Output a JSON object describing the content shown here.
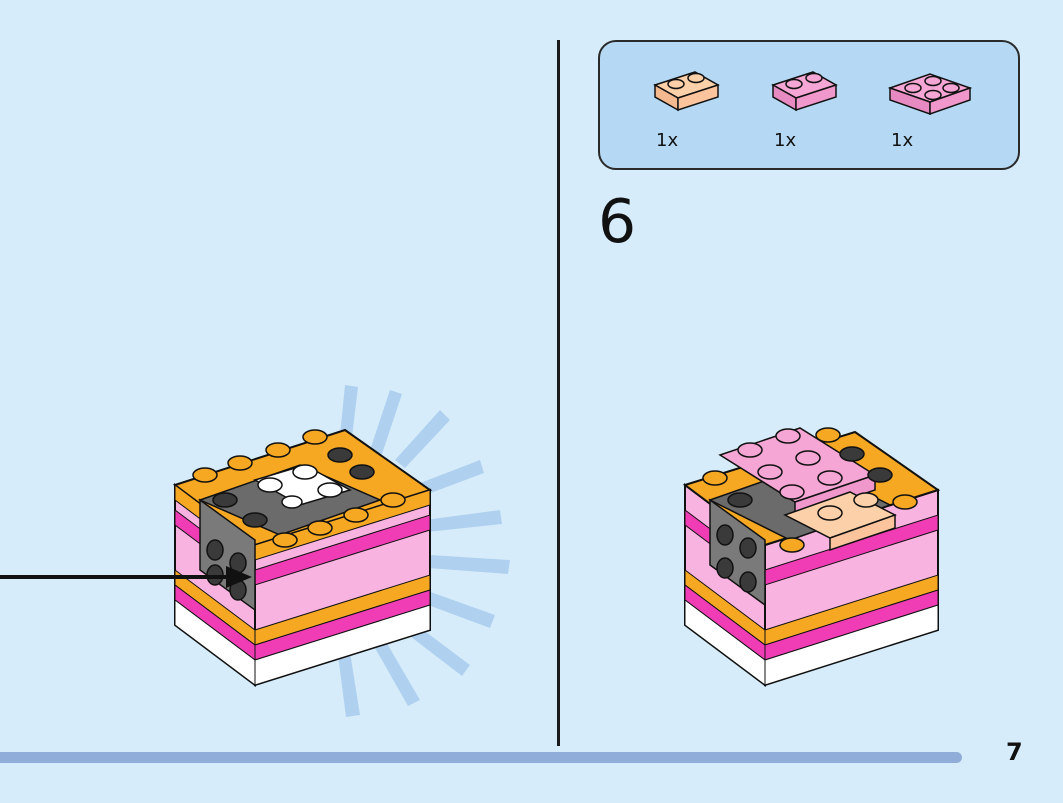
{
  "parts": [
    {
      "name": "light-orange-plate-1x2",
      "qty": "1x",
      "color": "#fcd0a8"
    },
    {
      "name": "pink-plate-1x2",
      "qty": "1x",
      "color": "#f5a6d4"
    },
    {
      "name": "pink-plate-2x2",
      "qty": "1x",
      "color": "#f5a6d4"
    }
  ],
  "step": {
    "number": "6"
  },
  "page": {
    "number": "7"
  },
  "colors": {
    "background": "#d6ecfa",
    "parts_box": "#b5d9f4",
    "orange": "#f7a823",
    "pink": "#f9b3e0",
    "magenta": "#f03db6",
    "dark_gray": "#6b6b6b",
    "white": "#ffffff",
    "progress_bar": "#8fadd8"
  }
}
